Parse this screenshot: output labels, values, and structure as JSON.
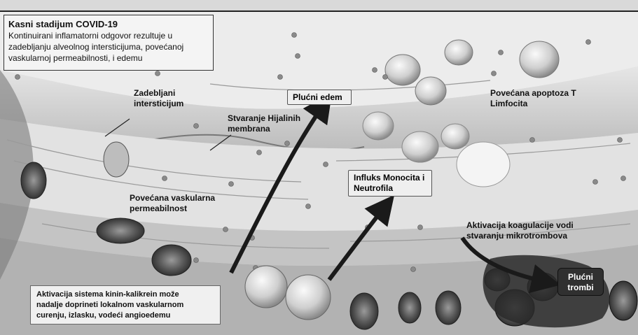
{
  "title_box": {
    "title": "Kasni stadijum COVID-19",
    "text": "Kontinuirani inflamatorni odgovor rezultuje u zadebljanju alveolnog intersticijuma, povećanoj vaskularnoj permeabilnosti, i edemu"
  },
  "labels": {
    "zadebljani_1": "Zadebljani",
    "zadebljani_2": "intersticijum",
    "plucni_edem": "Plućni edem",
    "hijalinih_1": "Stvaranje Hijalinih",
    "hijalinih_2": "membrana",
    "apoptoza_1": "Povećana apoptoza T",
    "apoptoza_2": "Limfocita",
    "influks_1": "Influks Monocita i",
    "influks_2": "Neutrofila",
    "permeab_1": "Povećana vaskularna",
    "permeab_2": "permeabilnost",
    "koag_1": "Aktivacija koagulacije vodi",
    "koag_2": "stvaranju mikrotrombova",
    "trombi_1": "Plućni",
    "trombi_2": "trombi"
  },
  "bottom_box": {
    "line1": "Aktivacija sistema kinin-kalikrein može",
    "line2": "nadalje doprineti lokalnom vaskularnom",
    "line3": "curenju, izlasku, vodeći angioedemu"
  }
}
